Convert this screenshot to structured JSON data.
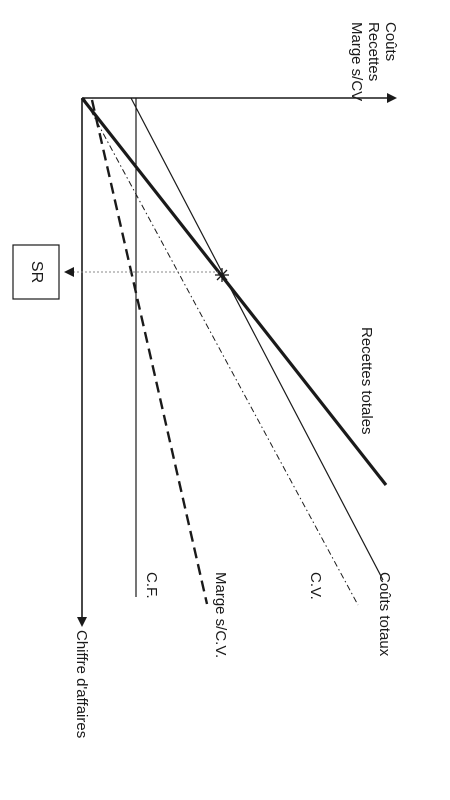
{
  "axes": {
    "vertical_label_lines": [
      "Coûts",
      "Recettes",
      "Marge s/CV"
    ],
    "horizontal_label": "Chiffre d'affaires"
  },
  "lines": {
    "recettes_totales": "Recettes totales",
    "couts_totaux": "Coûts totaux",
    "cv": "C.V.",
    "marge_scv": "Marge s/C.V.",
    "cf": "C.F."
  },
  "threshold": {
    "label": "SR"
  },
  "colors": {
    "ink": "#1a1a1a",
    "guide": "#888888",
    "background": "#ffffff"
  }
}
